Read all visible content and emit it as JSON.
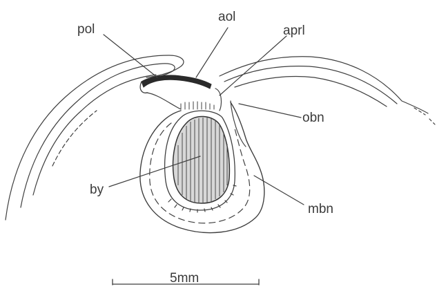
{
  "labels": {
    "pol": "pol",
    "aol": "aol",
    "aprl": "aprl",
    "obn": "obn",
    "by": "by",
    "mbn": "mbn"
  },
  "scale_bar": {
    "label": "5mm"
  },
  "colors": {
    "ink": "#3f3f3f",
    "background": "#ffffff"
  }
}
